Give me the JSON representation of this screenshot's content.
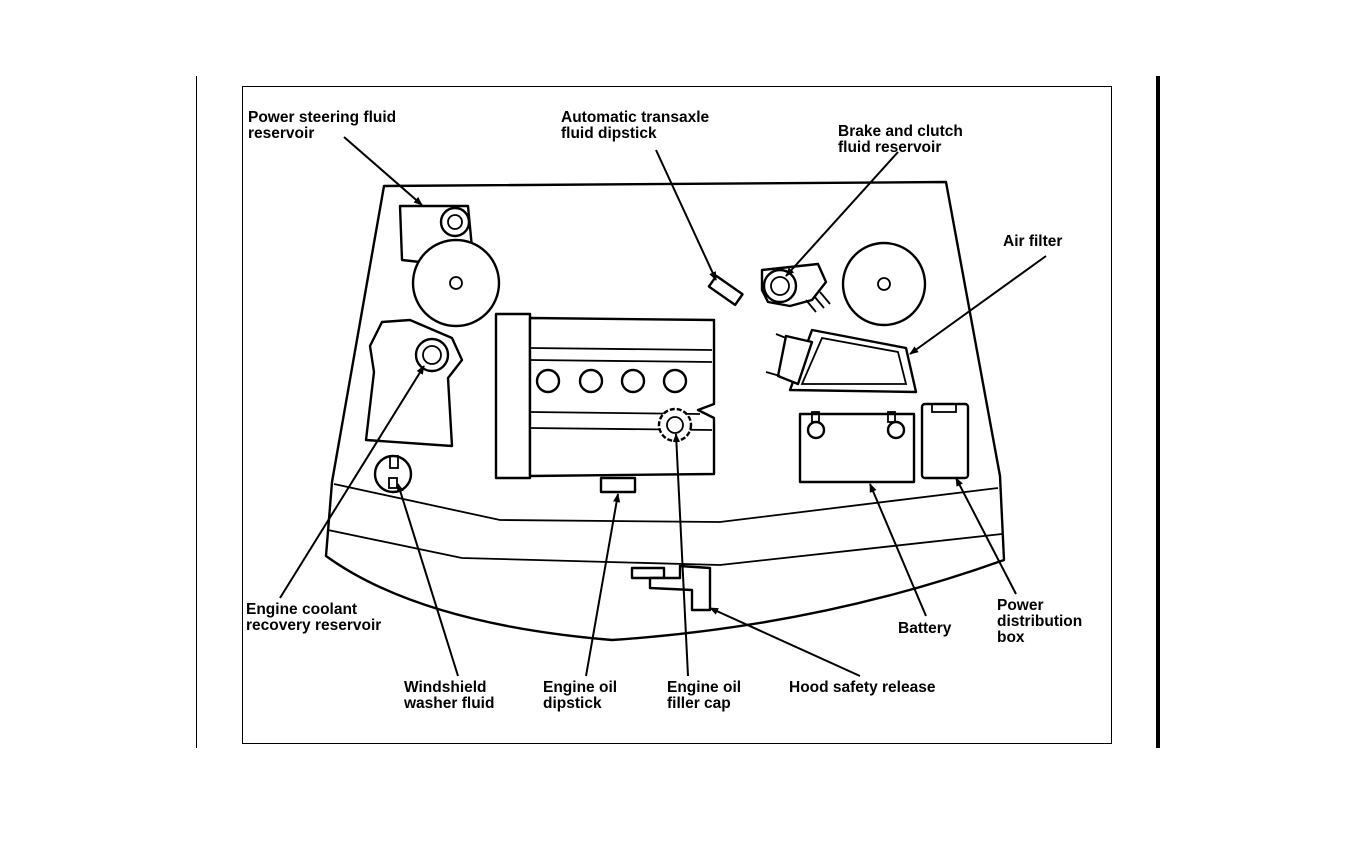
{
  "diagram": {
    "labels": {
      "power_steering": [
        "Power steering fluid",
        "reservoir"
      ],
      "transaxle_dipstick": [
        "Automatic transaxle",
        "fluid dipstick"
      ],
      "brake_clutch": [
        "Brake and clutch",
        "fluid reservoir"
      ],
      "air_filter": [
        "Air filter"
      ],
      "coolant_reservoir": [
        "Engine coolant",
        "recovery reservoir"
      ],
      "washer_fluid": [
        "Windshield",
        "washer fluid"
      ],
      "oil_dipstick": [
        "Engine oil",
        "dipstick"
      ],
      "oil_filler_cap": [
        "Engine oil",
        "filler cap"
      ],
      "hood_release": [
        "Hood safety release"
      ],
      "battery": [
        "Battery"
      ],
      "power_box": [
        "Power",
        "distribution",
        "box"
      ]
    }
  }
}
